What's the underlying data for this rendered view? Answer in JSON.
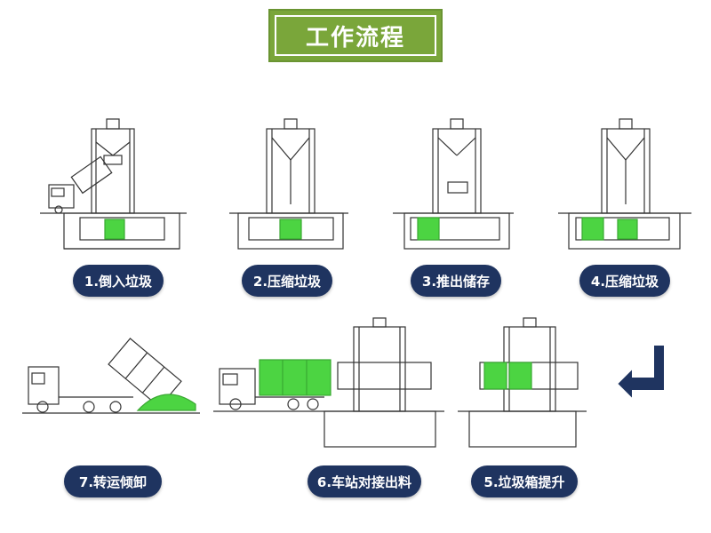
{
  "title": "工作流程",
  "steps": [
    {
      "label": "1.倒入垃圾"
    },
    {
      "label": "2.压缩垃圾"
    },
    {
      "label": "3.推出储存"
    },
    {
      "label": "4.压缩垃圾"
    },
    {
      "label": "7.转运倾卸"
    },
    {
      "label": "6.车站对接出料"
    },
    {
      "label": "5.垃圾箱提升"
    }
  ],
  "colors": {
    "title_bg": "#7aa63a",
    "pill_bg": "#1f3460",
    "green": "#4cd442",
    "line": "#333333",
    "arrow": "#1f3460"
  }
}
